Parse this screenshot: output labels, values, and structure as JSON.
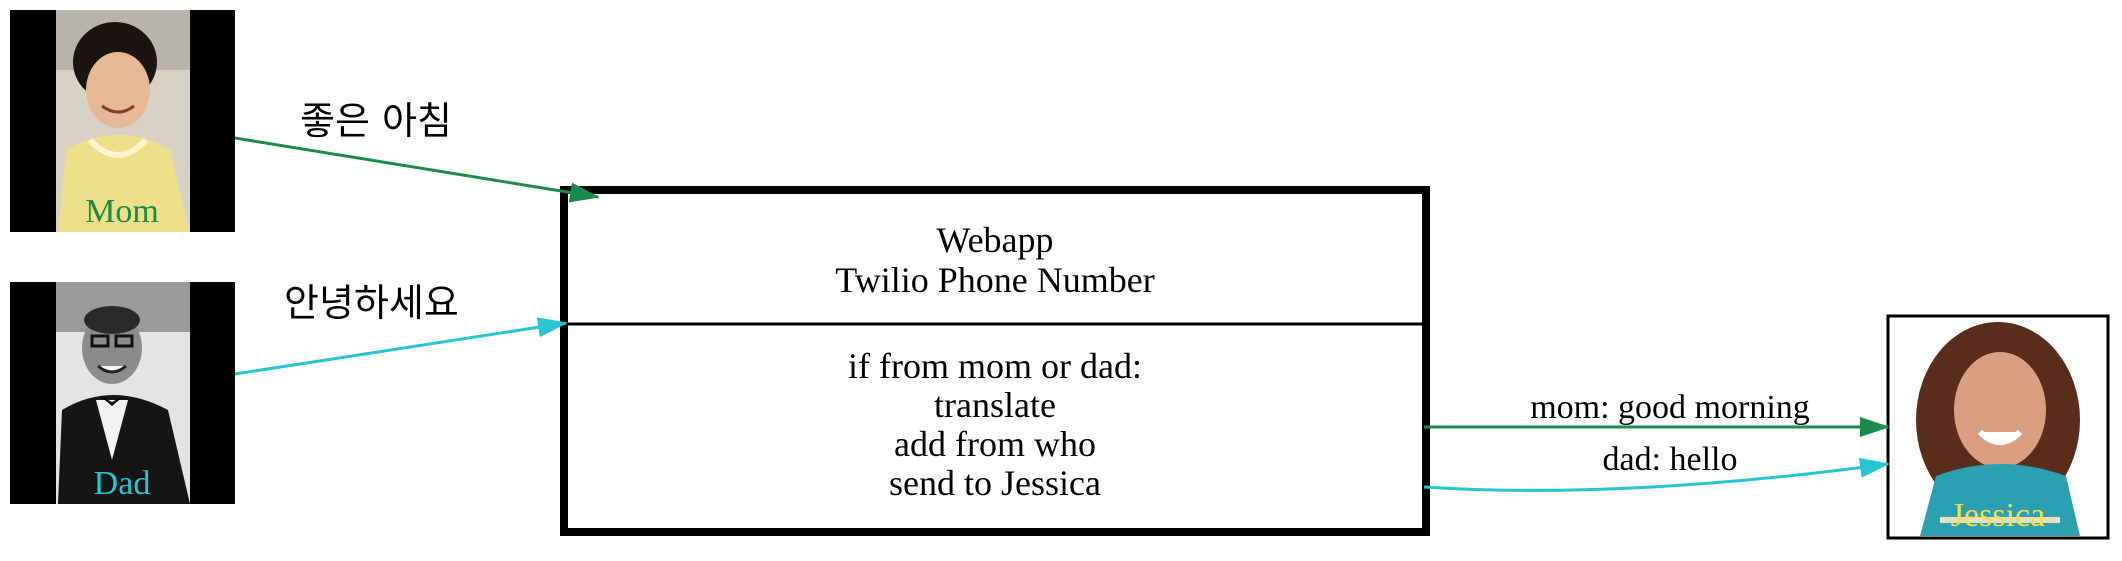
{
  "nodes": {
    "mom": {
      "label": "Mom",
      "label_color": "#1a8c4a"
    },
    "dad": {
      "label": "Dad",
      "label_color": "#26c6d0"
    },
    "jessica": {
      "label": "Jessica",
      "label_color": "#f4e04d"
    }
  },
  "webapp": {
    "title_line1": "Webapp",
    "title_line2": "Twilio Phone Number",
    "logic_lines": [
      "if from mom or dad:",
      "translate",
      "add from who",
      "send to Jessica"
    ]
  },
  "edges": {
    "mom_to_webapp": {
      "label": "좋은 아침",
      "color": "#1a8c4a"
    },
    "dad_to_webapp": {
      "label": "안녕하세요",
      "color": "#26c6d0"
    },
    "webapp_to_jessica_mom": {
      "label": "mom: good morning",
      "color": "#1a8c4a"
    },
    "webapp_to_jessica_dad": {
      "label": "dad: hello",
      "color": "#26c6d0"
    }
  }
}
